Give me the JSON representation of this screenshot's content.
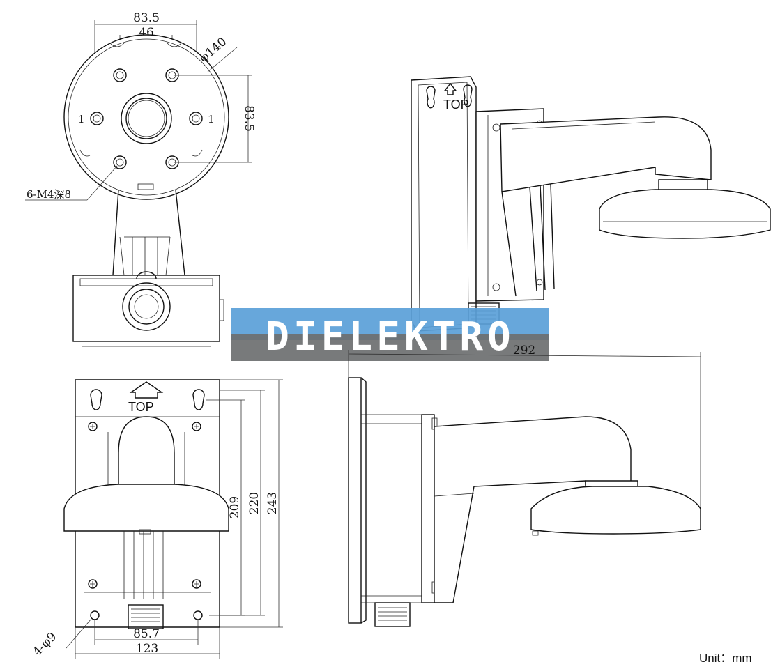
{
  "watermark": {
    "text": "DIELEKTRO"
  },
  "labels": {
    "unit": "Unit：mm",
    "hole_callout": "6-M4深8",
    "mount_holes": "4-φ9",
    "diameter": "φ140",
    "top_front": "TOP",
    "top_small": "TOP",
    "hole_mark_left": "1",
    "hole_mark_right": "1"
  },
  "dimensions": {
    "top_width_outer": "83.5",
    "top_width_inner": "46",
    "top_height": "83.5",
    "height_small": "209",
    "height_mid": "220",
    "height_large": "243",
    "bottom_hole_spacing": "85.7",
    "bottom_width": "123",
    "side_length": "292"
  }
}
